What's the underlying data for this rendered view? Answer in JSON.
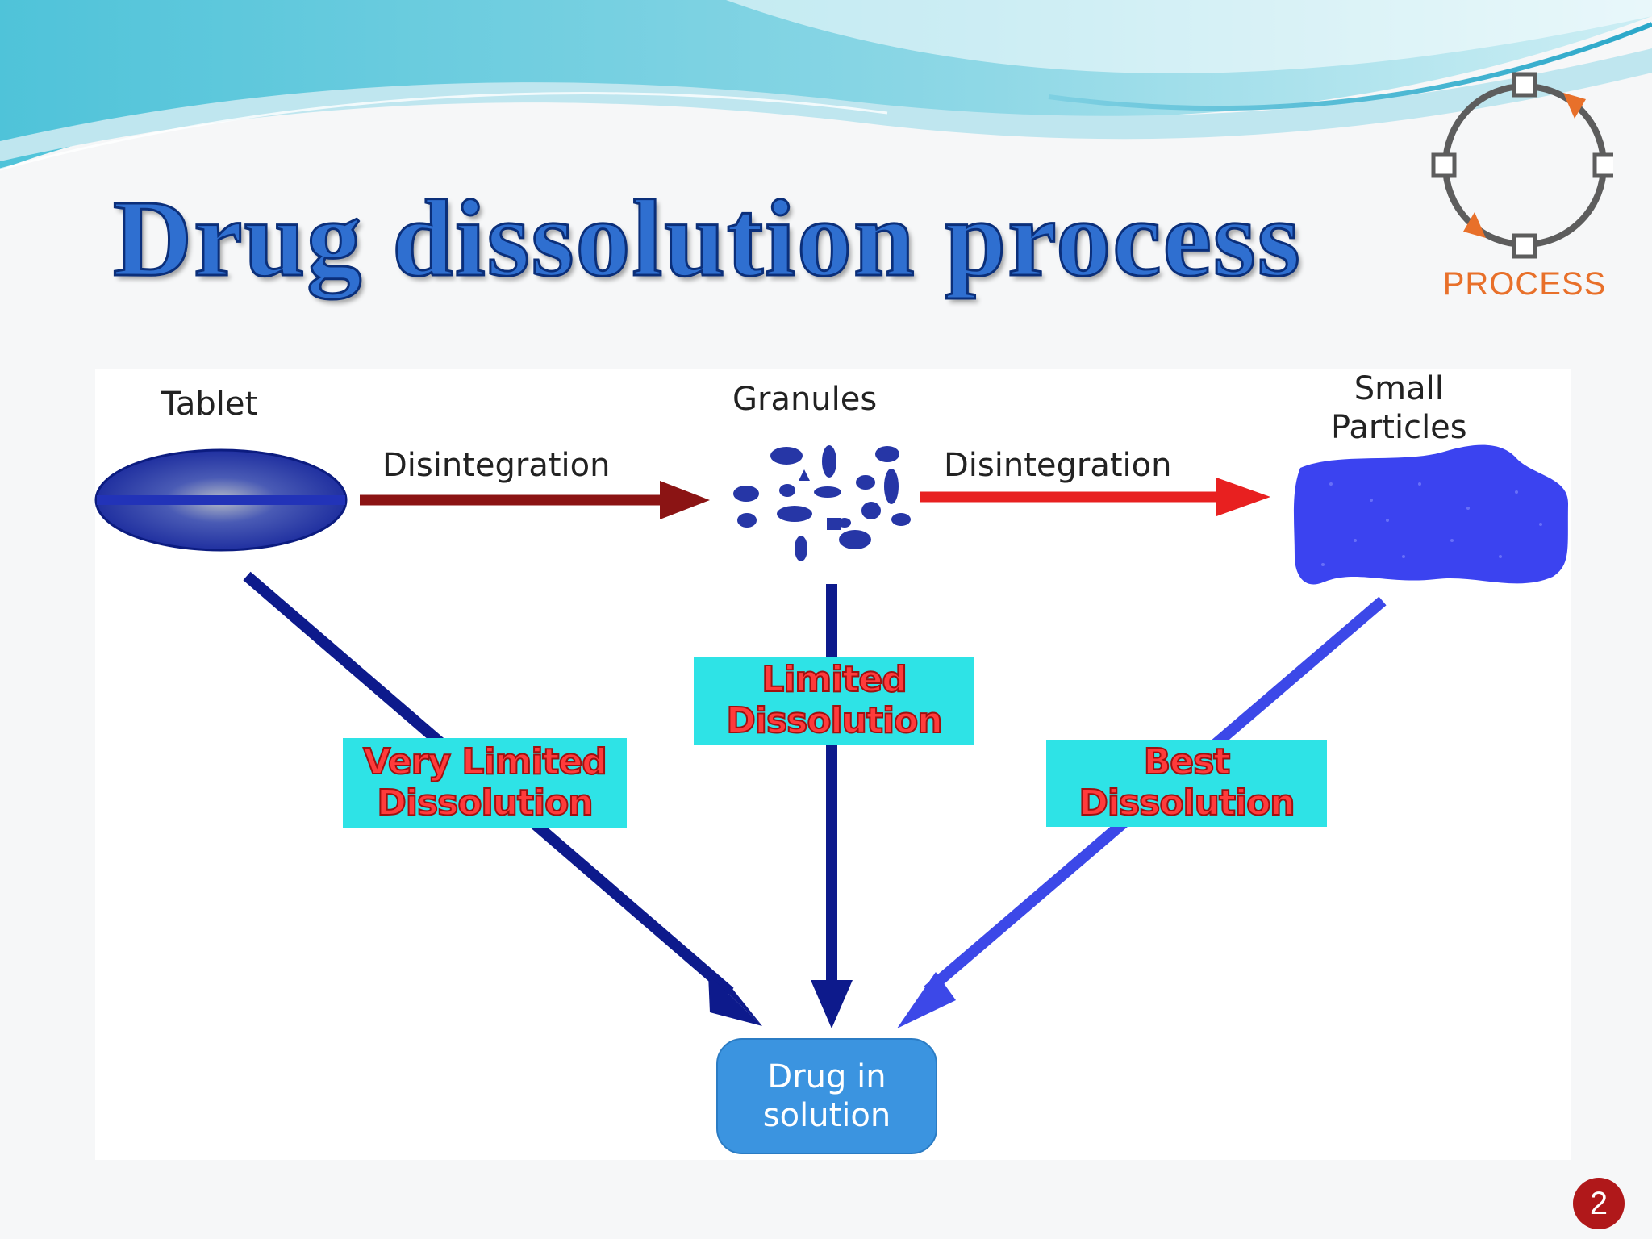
{
  "slide": {
    "title": "Drug dissolution process",
    "page_number": "2"
  },
  "logo": {
    "label": "PROCESS",
    "icon": "process-cycle-icon",
    "colors": {
      "ring": "#5d5d5d",
      "arrow": "#e8702a"
    }
  },
  "diagram": {
    "stages": {
      "tablet": "Tablet",
      "granules": "Granules",
      "small_particles": [
        "Small",
        "Particles"
      ]
    },
    "transitions": {
      "tablet_to_granules": "Disintegration",
      "granules_to_particles": "Disintegration"
    },
    "outcomes": {
      "tablet": [
        "Very Limited",
        "Dissolution"
      ],
      "granules": [
        "Limited",
        "Dissolution"
      ],
      "particles": [
        "Best",
        "Dissolution"
      ]
    },
    "result": [
      "Drug in",
      "solution"
    ],
    "colors": {
      "outcome_box": "#2ee3e6",
      "outcome_text": "#ff3b3b",
      "arrow_dark_red": "#8b1414",
      "arrow_red": "#e82020",
      "arrow_navy": "#0d1a8c",
      "arrow_blue": "#3c48e8",
      "result_box": "#3b94e0"
    }
  }
}
